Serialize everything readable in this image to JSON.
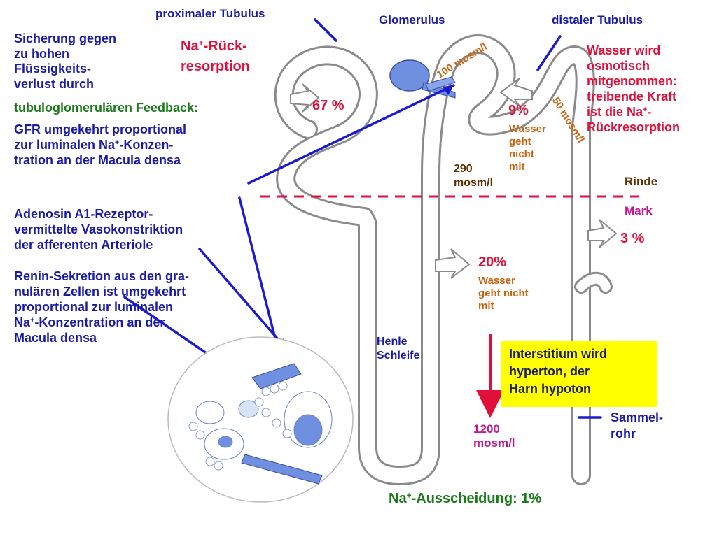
{
  "labels": {
    "proximaler": "proximaler Tubulus",
    "glomerulus": "Glomerulus",
    "distaler": "distaler Tubulus",
    "na_rueck_1": "Na",
    "na_rueck_sup": "+",
    "na_rueck_2": "-Rück-",
    "na_rueck_3": "resorption",
    "pct67": "67 %",
    "mosm100": "100 mosm/l",
    "mosm50": "50 mosm/l",
    "pct9": "9%",
    "wasser9": [
      "Wasser",
      "geht",
      "nicht",
      "mit"
    ],
    "mosm290": [
      "290",
      "mosm/l"
    ],
    "rinde": "Rinde",
    "mark": "Mark",
    "pct3": "3 %",
    "pct20": "20%",
    "wasser20": [
      "Wasser",
      "geht nicht",
      "mit"
    ],
    "henle": [
      "Henle",
      "Schleife"
    ],
    "interstitium": [
      "Interstitium wird",
      "hyperton, der",
      "Harn hypoton"
    ],
    "mosm1200": [
      "1200",
      "mosm/l"
    ],
    "sammelrohr": [
      "Sammel-",
      "rohr"
    ],
    "ausscheidung_1": "Na",
    "ausscheidung_sup": "+",
    "ausscheidung_2": "-Ausscheidung: 1%",
    "wasser_osm": [
      "Wasser wird",
      "osmotisch",
      "mitgenommen:",
      "treibende Kraft",
      "ist die Na",
      "+",
      "-",
      "Rückresorption"
    ]
  },
  "left_text": {
    "sicherung": [
      "Sicherung gegen",
      "zu hohen",
      "Flüssigkeits-",
      "verlust durch"
    ],
    "feedback": "tubuloglomerulären Feedback:",
    "gfr_1": "GFR umgekehrt proportional",
    "gfr_2a": "zur luminalen Na",
    "gfr_2sup": "+",
    "gfr_2b": "-Konzen-",
    "gfr_3": "tration an der Macula densa",
    "adenosin": [
      "Adenosin A1-Rezeptor-",
      "vermittelte Vasokonstriktion",
      "der afferenten Arteriole"
    ],
    "renin": [
      "Renin-Sekretion aus den gra-",
      "nulären Zellen ist umgekehrt",
      "proportional zur luminalen"
    ],
    "renin_4a": "Na",
    "renin_4sup": "+",
    "renin_4b": "-Konzentration an der",
    "renin_5": "Macula densa"
  },
  "colors": {
    "blue_text": "#1a1aa8",
    "red": "#e0103a",
    "green": "#1a7a1a",
    "orange": "#c86410",
    "magenta": "#c01890",
    "highlight_box": "#ffff00",
    "glomerulus_fill": "#6f8fe0"
  }
}
